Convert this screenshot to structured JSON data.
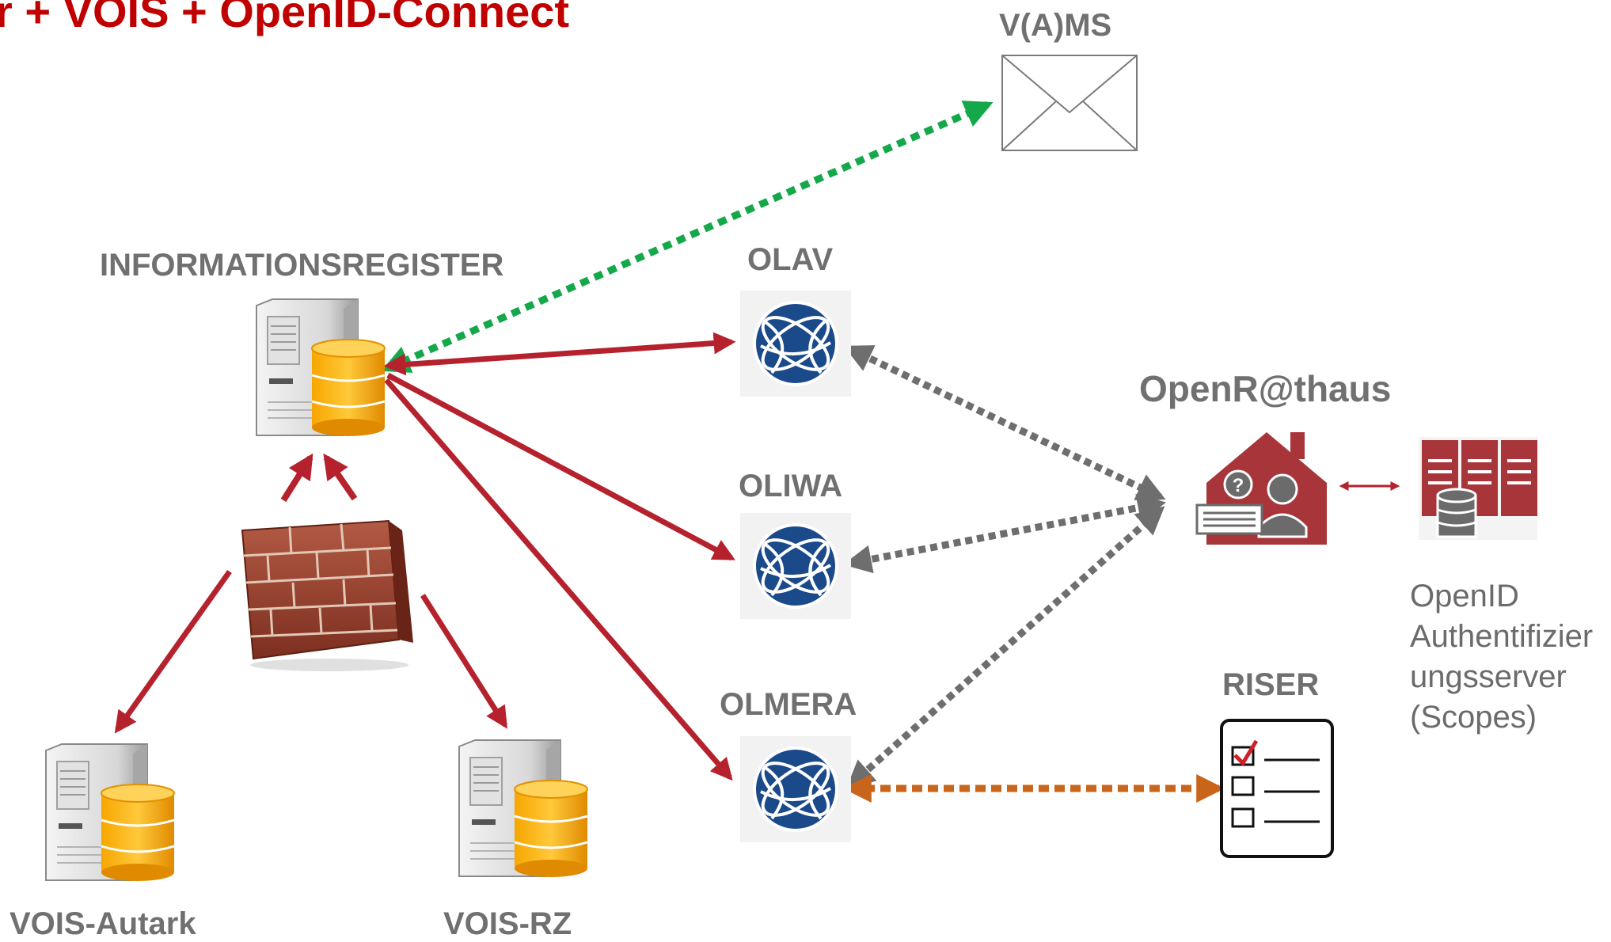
{
  "title": "r + VOIS  + OpenID-Connect",
  "nodes": {
    "vams": {
      "label": "V(A)MS",
      "icon": "envelope-icon"
    },
    "informationsregister": {
      "label": "INFORMATIONSREGISTER",
      "icon": "server-database-icon"
    },
    "olav": {
      "label": "OLAV",
      "icon": "globe-icon"
    },
    "oliwa": {
      "label": "OLIWA",
      "icon": "globe-icon"
    },
    "olmera": {
      "label": "OLMERA",
      "icon": "globe-icon"
    },
    "openrathaus": {
      "label": "OpenR@thaus",
      "icon": "town-hall-user-icon"
    },
    "openid_server": {
      "label_lines": [
        "OpenID",
        "Authentifizier",
        "ungsserver",
        "(Scopes)"
      ],
      "icon": "server-rack-database-icon"
    },
    "riser": {
      "label": "RISER",
      "icon": "checklist-icon"
    },
    "vois_autark": {
      "label": "VOIS-Autark",
      "icon": "server-database-icon"
    },
    "vois_rz": {
      "label": "VOIS-RZ",
      "icon": "server-database-icon"
    },
    "firewall": {
      "icon": "firewall-brick-wall-icon"
    }
  },
  "colors": {
    "title": "#c00000",
    "red_link": "#b5222d",
    "green_link": "#15a84b",
    "gray_link": "#6e6e6e",
    "orange_link": "#c8651b",
    "globe": "#1b4a8b",
    "openid_red": "#a8353a",
    "label_gray": "#707070"
  }
}
